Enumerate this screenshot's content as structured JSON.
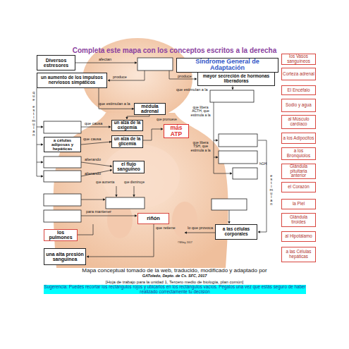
{
  "diagram": {
    "title": "Completa este mapa con los conceptos escritos a la derecha",
    "caption": "Mapa conceptual tomado de la web, traducido, modificado y adaptado por",
    "nodes": [
      {
        "text": [
          "Diversos estresores"
        ]
      },
      {
        "text": [
          "Síndrome General de Adaptación"
        ]
      },
      {
        "text": [
          "un aumento de los impulsos nerviosos simpáticos"
        ]
      },
      {
        "text": [
          "mayor secreción de hormonas liberadoras"
        ]
      },
      {
        "text": [
          "médula adrenal"
        ]
      },
      {
        "text": [
          "un alza de la oxigemia"
        ]
      },
      {
        "text": [
          "más ATP"
        ]
      },
      {
        "text": [
          "a células adiposas y hepáticas"
        ]
      },
      {
        "text": [
          "un alza de la glicemia"
        ]
      },
      {
        "text": [
          "el flujo sanguíneo"
        ]
      },
      {
        "text": [
          "riñón"
        ]
      },
      {
        "text": [
          "los pulmones"
        ]
      },
      {
        "text": [
          "a las células corporales"
        ]
      },
      {
        "text": [
          "una alta presión sanguínea"
        ]
      },
      {
        "text": [
          "los Vasos sanguíneos"
        ]
      },
      {
        "text": [
          "Corteza adrenal"
        ]
      },
      {
        "text": [
          "El Encéfalo"
        ]
      },
      {
        "text": [
          "Sodio y agua"
        ]
      },
      {
        "text": [
          "al Músculo cardíaco"
        ]
      },
      {
        "text": [
          "a los Adipocitos"
        ]
      },
      {
        "text": [
          "a los Bronquiolos"
        ]
      },
      {
        "text": [
          "Glándula pituitaria anterior"
        ]
      },
      {
        "text": [
          "el Corazón"
        ]
      },
      {
        "text": [
          "la Piel"
        ]
      },
      {
        "text": [
          "Glándula tiroides"
        ]
      },
      {
        "text": [
          "al Hipotálamo"
        ]
      },
      {
        "text": [
          "a las Células hepáticas"
        ]
      }
    ],
    "edges": [
      {
        "from": 2,
        "to": 4,
        "label": "que estimulan a la",
        "arrow": "to"
      },
      {
        "from": 7,
        "to": 8,
        "label": "que causa",
        "arrow": "to"
      }
    ],
    "labels": [
      "afectan",
      "produce",
      "produce",
      "que estimulan a la",
      "que estimulan",
      "que causa",
      "alterando",
      "alterando",
      "que promueve",
      "que libera ACTH, que estimula a la",
      "que libera TSH, que estimula a la",
      "hGH",
      "estimulan",
      "que aumenta",
      "que disminuye",
      "para mantener",
      "que retiene",
      "lo que provoca",
      "©Wiley, 2017",
      "GAToledo, Depto. de Cs. SFC, 2017",
      "[Hoja de trabajo para la unidad 1, Tercero medio de biología, plan común]",
      "Sugerencia: Puedes recortar los rectángulos rojos y ubicarlos en los rectángulos vacíos. Pégalos una vez que estás seguro de haber realizado correctamente tu decisión"
    ]
  }
}
